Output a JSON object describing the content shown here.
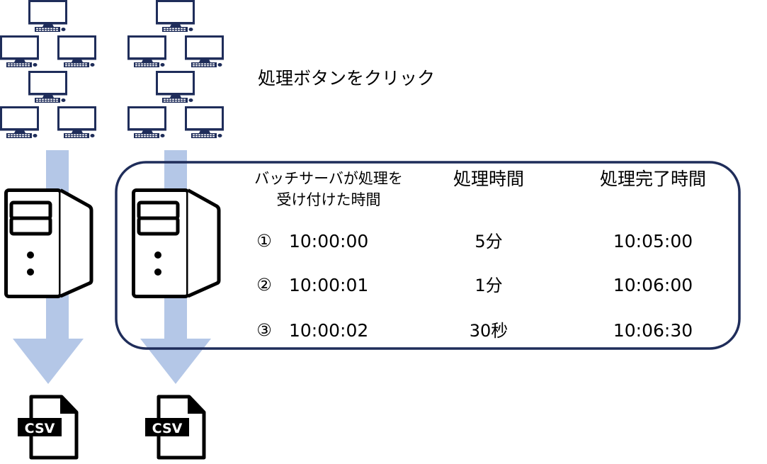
{
  "instruction": "処理ボタンをクリック",
  "table": {
    "headers": {
      "received_line1": "バッチサーバが処理を",
      "received_line2": "受け付けた時間",
      "duration": "処理時間",
      "completed": "処理完了時間"
    },
    "rows": [
      {
        "marker": "①",
        "received": "10:00:00",
        "duration": "5分",
        "completed": "10:05:00"
      },
      {
        "marker": "②",
        "received": "10:00:01",
        "duration": "1分",
        "completed": "10:06:00"
      },
      {
        "marker": "③",
        "received": "10:00:02",
        "duration": "30秒",
        "completed": "10:06:30"
      }
    ]
  },
  "file_label": "CSV",
  "colors": {
    "navy": "#1f2d5a",
    "arrow": "#b4c7e7"
  }
}
